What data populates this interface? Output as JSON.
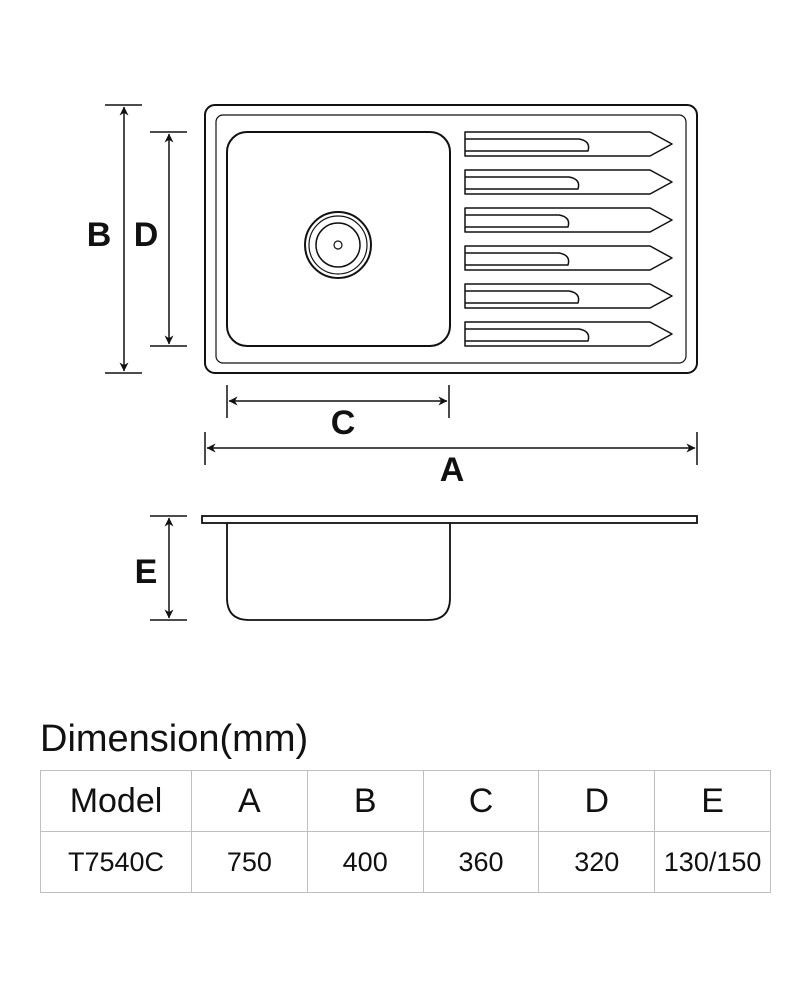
{
  "diagram": {
    "labels": {
      "a": "A",
      "b": "B",
      "c": "C",
      "d": "D",
      "e": "E"
    }
  },
  "table": {
    "title": "Dimension(mm)",
    "headers": [
      "Model",
      "A",
      "B",
      "C",
      "D",
      "E"
    ],
    "rows": [
      [
        "T7540C",
        "750",
        "400",
        "360",
        "320",
        "130/150"
      ]
    ]
  },
  "colors": {
    "line": "#111111",
    "table_border": "#bfbfbf",
    "background": "#ffffff"
  }
}
